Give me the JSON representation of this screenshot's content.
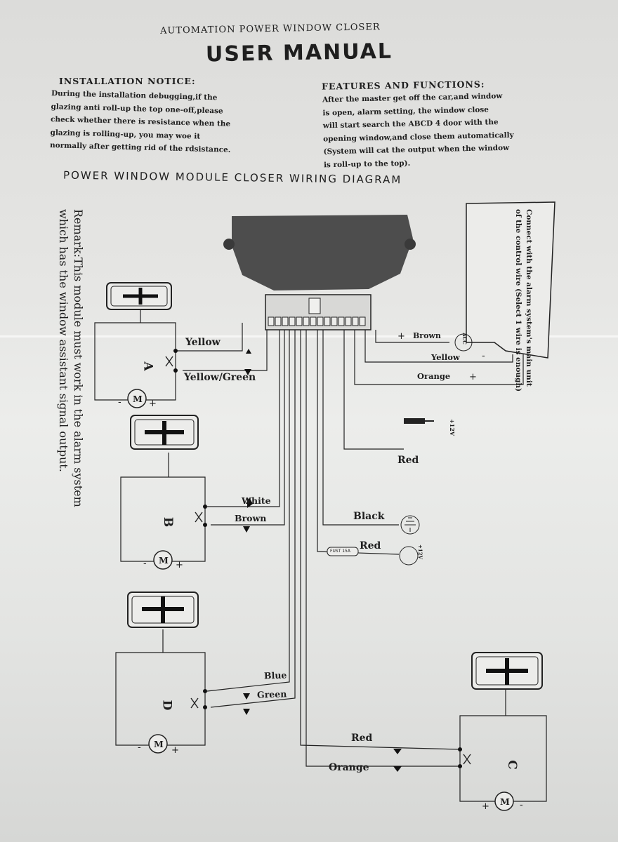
{
  "header": {
    "subtitle": "AUTOMATION POWER WINDOW CLOSER",
    "title": "USER MANUAL"
  },
  "installation": {
    "heading": "INSTALLATION NOTICE:",
    "lines": [
      "During the installation debugging,if the",
      "glazing anti roll-up the top one-off,please",
      "check whether there is resistance when the",
      "glazing is rolling-up, you may woe it",
      "normally after getting rid of the rdsistance."
    ]
  },
  "features": {
    "heading": "FEATURES AND FUNCTIONS:",
    "lines": [
      "After the master get off the car,and window",
      "is open, alarm setting, the window close",
      "will start search the ABCD 4 door with the",
      "opening window,and close them automatically",
      "(System will cat the output when the window",
      "is roll-up to the top)."
    ]
  },
  "diagram": {
    "title": "POWER WINDOW MODULE CLOSER WIRING DIAGRAM",
    "remark": [
      "Remark:This module must work in the alarm system",
      "which has the window assistant signal output."
    ],
    "control_note": [
      "Connect with the alarm system's main unit",
      "of the control wire (Select 1 wire is enough)"
    ],
    "doors": {
      "a": "A",
      "b": "B",
      "c": "C",
      "d": "D"
    },
    "motor_symbol": "M",
    "wires": {
      "a_top": "Yellow",
      "a_bottom": "Yellow/Green",
      "b_top": "White",
      "b_bottom": "Brown",
      "d_top": "Blue",
      "d_bottom": "Green",
      "c_top": "Red",
      "c_bottom": "Orange",
      "ctrl_brown": "Brown",
      "ctrl_yellow": "Yellow",
      "ctrl_orange": "Orange",
      "acc_red": "Red",
      "ground_black": "Black",
      "battery_red": "Red"
    },
    "acc_label": "ACC",
    "plus12v": "+12V",
    "fuse": "FUST 15A"
  }
}
